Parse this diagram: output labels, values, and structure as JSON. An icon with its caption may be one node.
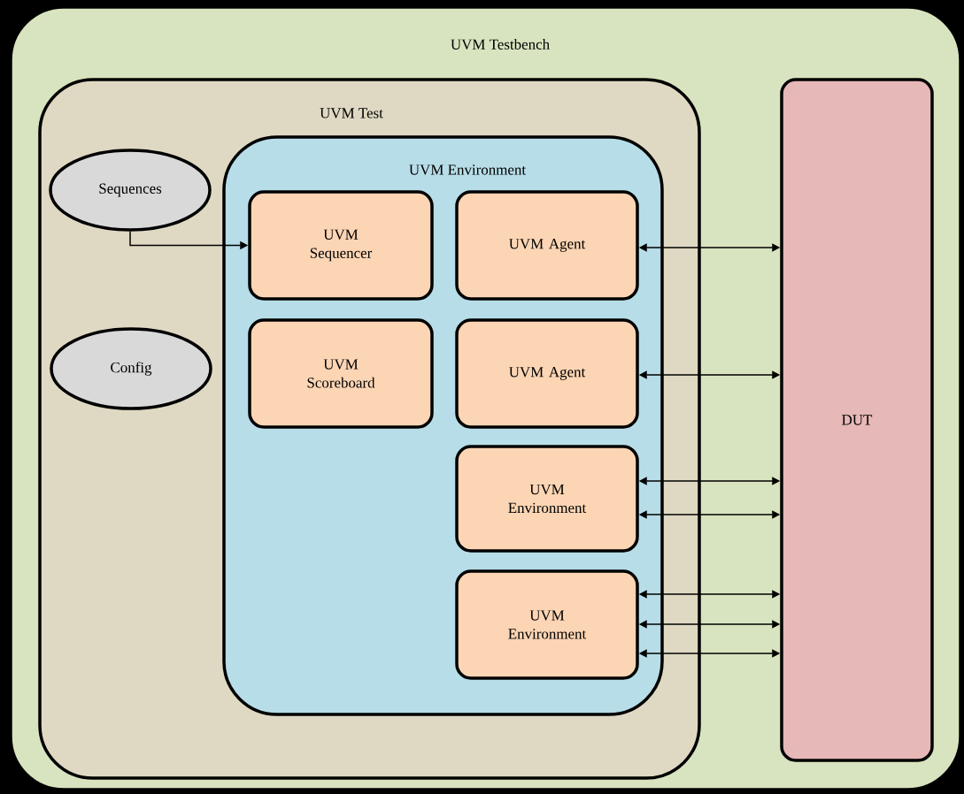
{
  "diagram": {
    "nodes": [
      {
        "text": [
          "UVM Testbench"
        ]
      },
      {
        "text": [
          "UVM Test"
        ],
        "in": 0
      },
      {
        "text": [
          "Sequences"
        ],
        "in": 1
      },
      {
        "text": [
          "Config"
        ],
        "in": 1
      },
      {
        "text": [
          "UVM Environment"
        ],
        "in": 1
      },
      {
        "text": [
          "UVM Sequencer"
        ],
        "in": 4
      },
      {
        "text": [
          "UVM Agent"
        ],
        "in": 4
      },
      {
        "text": [
          "UVM Scoreboard"
        ],
        "in": 4
      },
      {
        "text": [
          "UVM Agent"
        ],
        "in": 4
      },
      {
        "text": [
          "UVM Environment"
        ],
        "in": 4
      },
      {
        "text": [
          "UVM Environment"
        ],
        "in": 4
      },
      {
        "text": [
          "DUT"
        ],
        "in": 0
      }
    ],
    "edges": [
      {
        "from": 2,
        "to": 5,
        "arrow": "to"
      },
      {
        "from": 6,
        "to": 11,
        "arrow": "both"
      },
      {
        "from": 8,
        "to": 11,
        "arrow": "both"
      },
      {
        "from": 9,
        "to": 11,
        "arrow": "both"
      },
      {
        "from": 9,
        "to": 11,
        "arrow": "both"
      },
      {
        "from": 10,
        "to": 11,
        "arrow": "both"
      },
      {
        "from": 10,
        "to": 11,
        "arrow": "both"
      },
      {
        "from": 10,
        "to": 11,
        "arrow": "both"
      }
    ]
  }
}
